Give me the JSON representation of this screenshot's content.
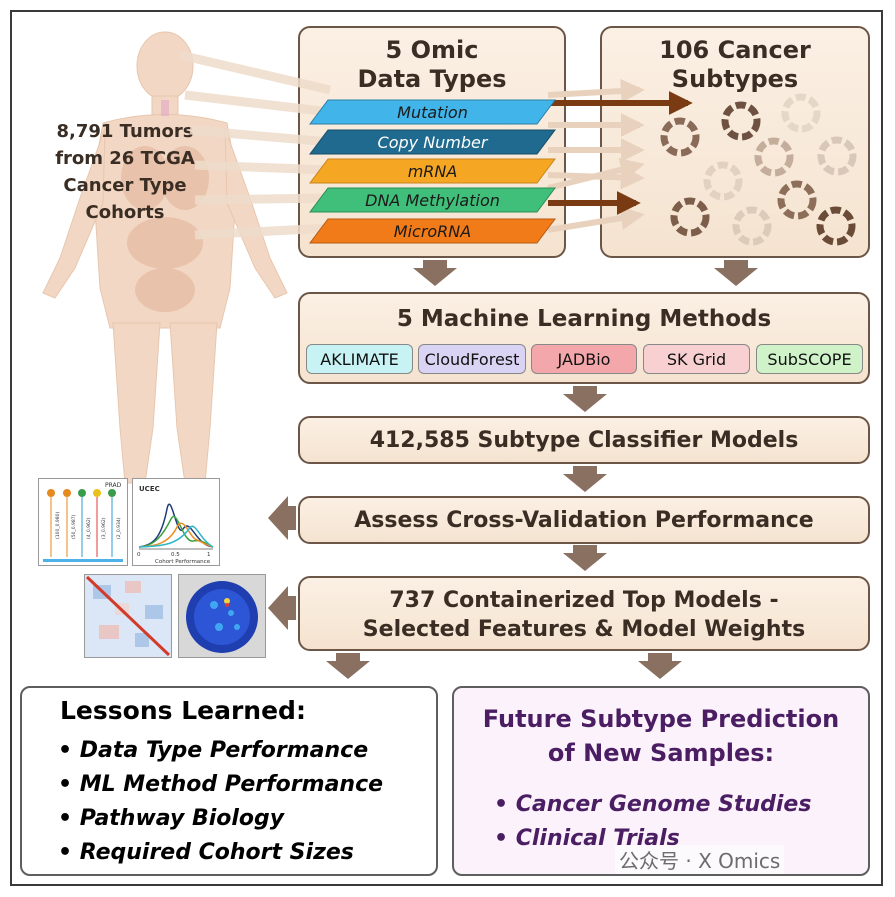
{
  "tumors_text": [
    "8,791 Tumors",
    "from 26 TCGA",
    "Cancer Type",
    "Cohorts"
  ],
  "omic_box": {
    "title_line1": "5 Omic",
    "title_line2": "Data Types"
  },
  "omic_types": [
    "Mutation",
    "Copy Number",
    "mRNA",
    "DNA Methylation",
    "MicroRNA"
  ],
  "omic_colors": [
    "#41b4ea",
    "#1f6a8e",
    "#f5a623",
    "#3fbf79",
    "#f07b18"
  ],
  "subtype_box": {
    "title_line1": "106 Cancer",
    "title_line2": "Subtypes"
  },
  "ml_box": {
    "title": "5 Machine Learning Methods"
  },
  "ml_methods": [
    {
      "label": "AKLIMATE",
      "color": "#c8f3f5"
    },
    {
      "label": "CloudForest",
      "color": "#d9d4f3"
    },
    {
      "label": "JADBio",
      "color": "#f4a7aa"
    },
    {
      "label": "SK Grid",
      "color": "#f8d0d1"
    },
    {
      "label": "SubSCOPE",
      "color": "#cff2c9"
    }
  ],
  "classifier_box": "412,585 Subtype Classifier Models",
  "assess_box": "Assess Cross-Validation Performance",
  "top_models_box": [
    "737 Containerized Top Models -",
    "Selected Features & Model Weights"
  ],
  "thumbs": {
    "prad_label": "PRAD",
    "prad_values": [
      "(100_0.980)",
      "(50_0.987)",
      "(4_0.962)",
      "(3_0.962)",
      "(2_0.934)"
    ],
    "ucec_label": "UCEC",
    "ucec_ticks": [
      "0",
      "0.5",
      "1"
    ],
    "ucec_xlabel": "Cohort Performance"
  },
  "lessons": {
    "title": "Lessons Learned:",
    "items": [
      "• Data Type Performance",
      "• ML Method Performance",
      "• Pathway Biology",
      "• Required Cohort Sizes"
    ]
  },
  "future": {
    "title_line1": "Future Subtype Prediction",
    "title_line2": "of New Samples:",
    "items": [
      "• Cancer Genome Studies",
      "• Clinical Trials"
    ]
  },
  "watermark": "公众号 · X Omics"
}
